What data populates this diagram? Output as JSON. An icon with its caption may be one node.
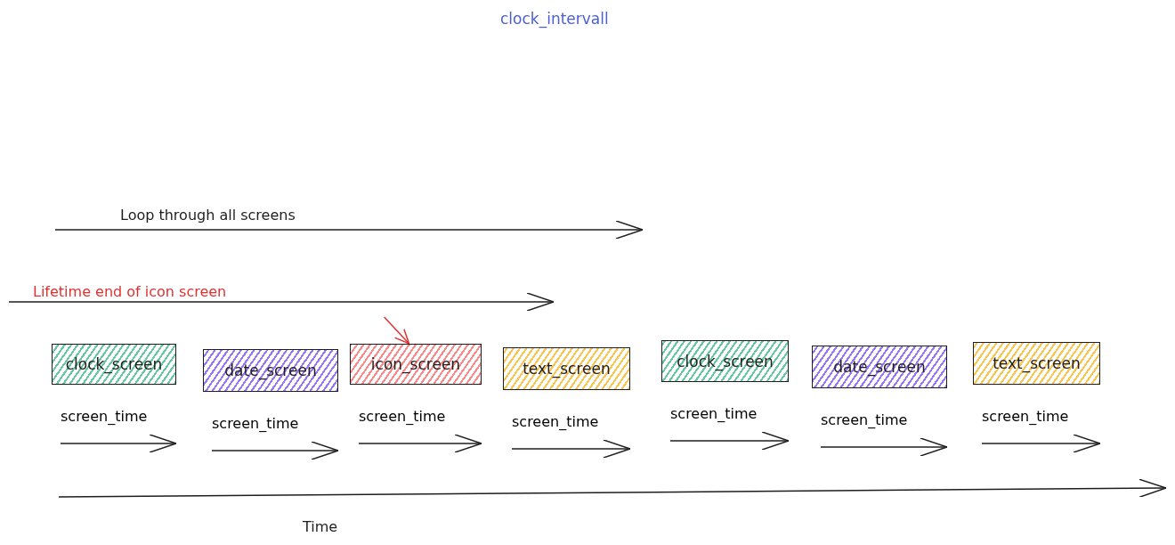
{
  "diagram": {
    "title": "clock_intervall",
    "nodes": [
      {
        "text": [
          "clock_screen"
        ],
        "beside": [
          "screen_time"
        ]
      },
      {
        "text": [
          "date_screen"
        ],
        "beside": [
          "screen_time"
        ]
      },
      {
        "text": [
          "icon_screen"
        ],
        "beside": [
          "screen_time"
        ]
      },
      {
        "text": [
          "text_screen"
        ],
        "beside": [
          "screen_time"
        ]
      },
      {
        "text": [
          "clock_screen"
        ],
        "beside": [
          "screen_time"
        ]
      },
      {
        "text": [
          "date_screen"
        ],
        "beside": [
          "screen_time"
        ]
      },
      {
        "text": [
          "text_screen"
        ],
        "beside": [
          "screen_time"
        ]
      }
    ],
    "edges": [
      {
        "from": null,
        "to": 2,
        "arrow": "to",
        "color": "#e03131"
      }
    ],
    "labels": [
      "Loop through all screens",
      "Lifetime end of icon screen",
      "Time"
    ]
  }
}
